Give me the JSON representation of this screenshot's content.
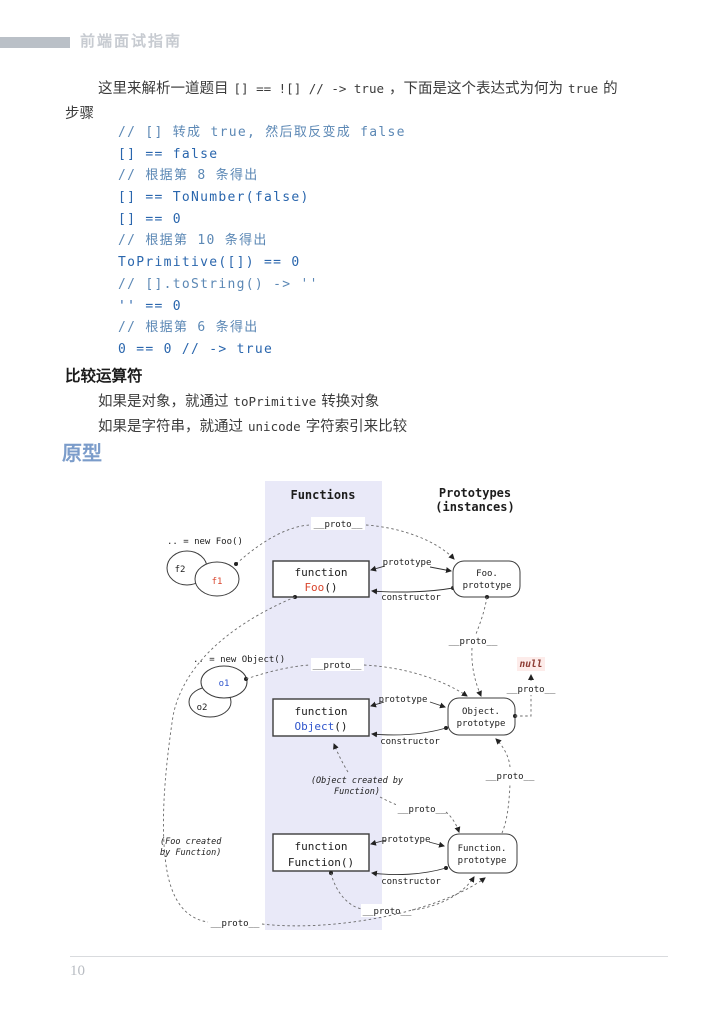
{
  "header": {
    "title": "前端面试指南"
  },
  "footer": {
    "page_number": "10"
  },
  "colors": {
    "code_blue": "#2a66ad",
    "comment_blue": "#5c88b5",
    "heading_blue": "#7b9cca",
    "diagram_red": "#d9442c",
    "diagram_blue": "#2f55cc",
    "null_red": "#8c3a32",
    "functions_band": "#e9e9f8",
    "header_gray": "#c7cbd1"
  },
  "paragraph1": {
    "part1": "这里来解析一道题目",
    "code1": "[] == ![] // -> true",
    "part2": "，下面是这个表达式为何为",
    "code2": "true",
    "part3": "的",
    "line2": "步骤"
  },
  "code": {
    "lines": [
      "// [] 转成 true, 然后取反变成 false",
      "[] == false",
      "// 根据第 8 条得出",
      "[] == ToNumber(false)",
      "[] == 0",
      "// 根据第 10 条得出",
      "ToPrimitive([]) == 0",
      "// [].toString() -> ''",
      "'' == 0",
      "// 根据第 6 条得出",
      "0 == 0 // -> true"
    ]
  },
  "sections": {
    "comparison_heading": "比较运算符",
    "cmp_line1": {
      "part1": "如果是对象，就通过",
      "code": "toPrimitive",
      "part2": "转换对象"
    },
    "cmp_line2": {
      "part1": "如果是字符串，就通过",
      "code": "unicode",
      "part2": "字符索引来比较"
    },
    "prototype_heading": "原型"
  },
  "diagram": {
    "functions_header": "Functions",
    "prototypes_header": "Prototypes",
    "prototypes_subheader": "(instances)",
    "proto_label": "__proto__",
    "prototype_label": "prototype",
    "constructor_label": "constructor",
    "null_label": "null",
    "new_foo": ".. = new Foo()",
    "f1": "f1",
    "f2": "f2",
    "new_object": ".. = new Object()",
    "o1": "o1",
    "o2": "o2",
    "function_kw": "function",
    "foo_name": "Foo",
    "object_name": "Object",
    "function_name": "Function",
    "paren": "()",
    "foo_proto": {
      "line1": "Foo.",
      "line2": "prototype"
    },
    "object_proto": {
      "line1": "Object.",
      "line2": "prototype"
    },
    "function_proto": {
      "line1": "Function.",
      "line2": "prototype"
    },
    "object_created": {
      "line1": "(Object created by",
      "line2": "Function)"
    },
    "foo_created": {
      "line1": "(Foo created",
      "line2": "by Function)"
    }
  }
}
